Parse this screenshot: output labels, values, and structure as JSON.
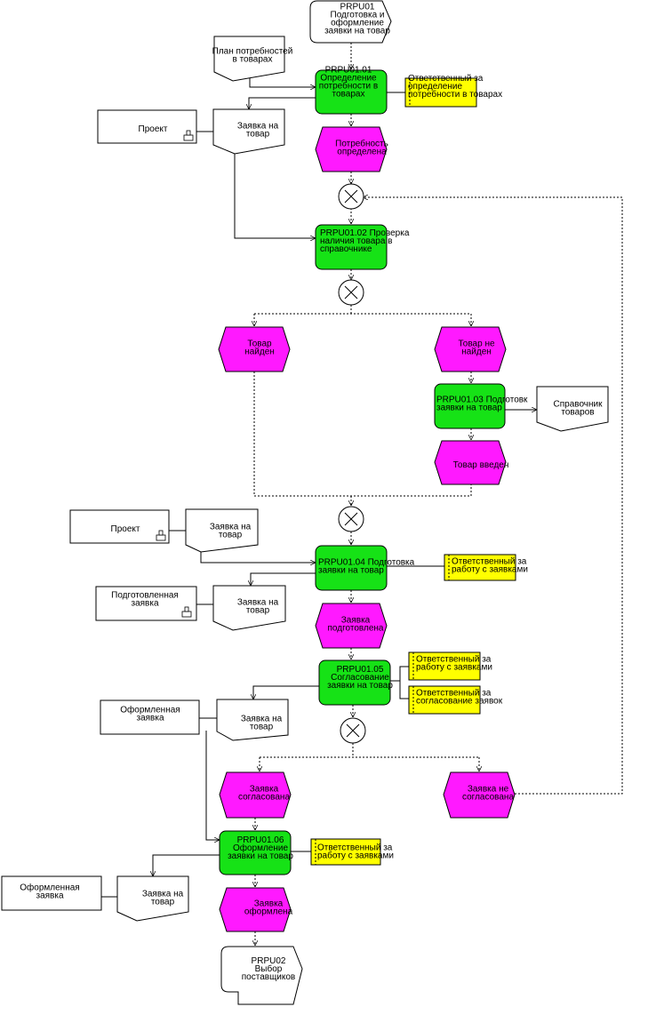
{
  "colors": {
    "function": "#16e216",
    "event": "#ff19ff",
    "role": "#ffff00",
    "line": "#000000",
    "background": "#ffffff"
  },
  "nodes": {
    "n_proc_top": [
      "PRPU01",
      "Подготовка и",
      "оформление",
      "заявки на товар"
    ],
    "n_plan": [
      "План потребностей",
      "в товарах"
    ],
    "n_f101": [
      "PRPU01.01",
      "Определение",
      "потребности в",
      "товарах"
    ],
    "n_r101": [
      "Ответственный за",
      "определение",
      "потребности в товарах"
    ],
    "n_proj1": [
      "Проект"
    ],
    "n_req1": [
      "Заявка на",
      "товар"
    ],
    "n_e_need": [
      "Потребность",
      "определена"
    ],
    "n_f102": [
      "PRPU01.02 Проверка",
      "наличия товара в",
      "справочнике"
    ],
    "n_e_found": [
      "Товар",
      "найден"
    ],
    "n_e_notfound": [
      "Товар не",
      "найден"
    ],
    "n_f103": [
      "PRPU01.03 Подготовк",
      "заявки на товар"
    ],
    "n_catalog": [
      "Справочник",
      "товаров"
    ],
    "n_e_entered": [
      "Товар введен"
    ],
    "n_proj2": [
      "Проект"
    ],
    "n_req2": [
      "Заявка на",
      "товар"
    ],
    "n_f104": [
      "PRPU01.04 Подготовка",
      "заявки на товар"
    ],
    "n_r104": [
      "Ответственный за",
      "работу с заявками"
    ],
    "n_prepared": [
      "Подготовленная",
      "заявка"
    ],
    "n_req3": [
      "Заявка на",
      "товар"
    ],
    "n_e_prepared": [
      "Заявка",
      "подготовлена"
    ],
    "n_f105": [
      "PRPU01.05",
      "Согласование",
      "заявки на товар"
    ],
    "n_r105a": [
      "Ответственный за",
      "работу с заявками"
    ],
    "n_r105b": [
      "Ответственный за",
      "согласование заявок"
    ],
    "n_formed1": [
      "Оформленная",
      "заявка"
    ],
    "n_req4": [
      "Заявка на",
      "товар"
    ],
    "n_e_agreed": [
      "Заявка",
      "согласована"
    ],
    "n_e_notagreed": [
      "Заявка не",
      "согласована"
    ],
    "n_f106": [
      "PRPU01.06",
      "Оформление",
      "заявки на товар"
    ],
    "n_r106": [
      "Ответственный за",
      "работу с заявками"
    ],
    "n_formed2": [
      "Оформленная",
      "заявка"
    ],
    "n_req5": [
      "Заявка на",
      "товар"
    ],
    "n_e_formed": [
      "Заявка",
      "оформлена"
    ],
    "n_proc_bottom": [
      "PRPU02",
      "Выбор",
      "поставщиков"
    ]
  }
}
